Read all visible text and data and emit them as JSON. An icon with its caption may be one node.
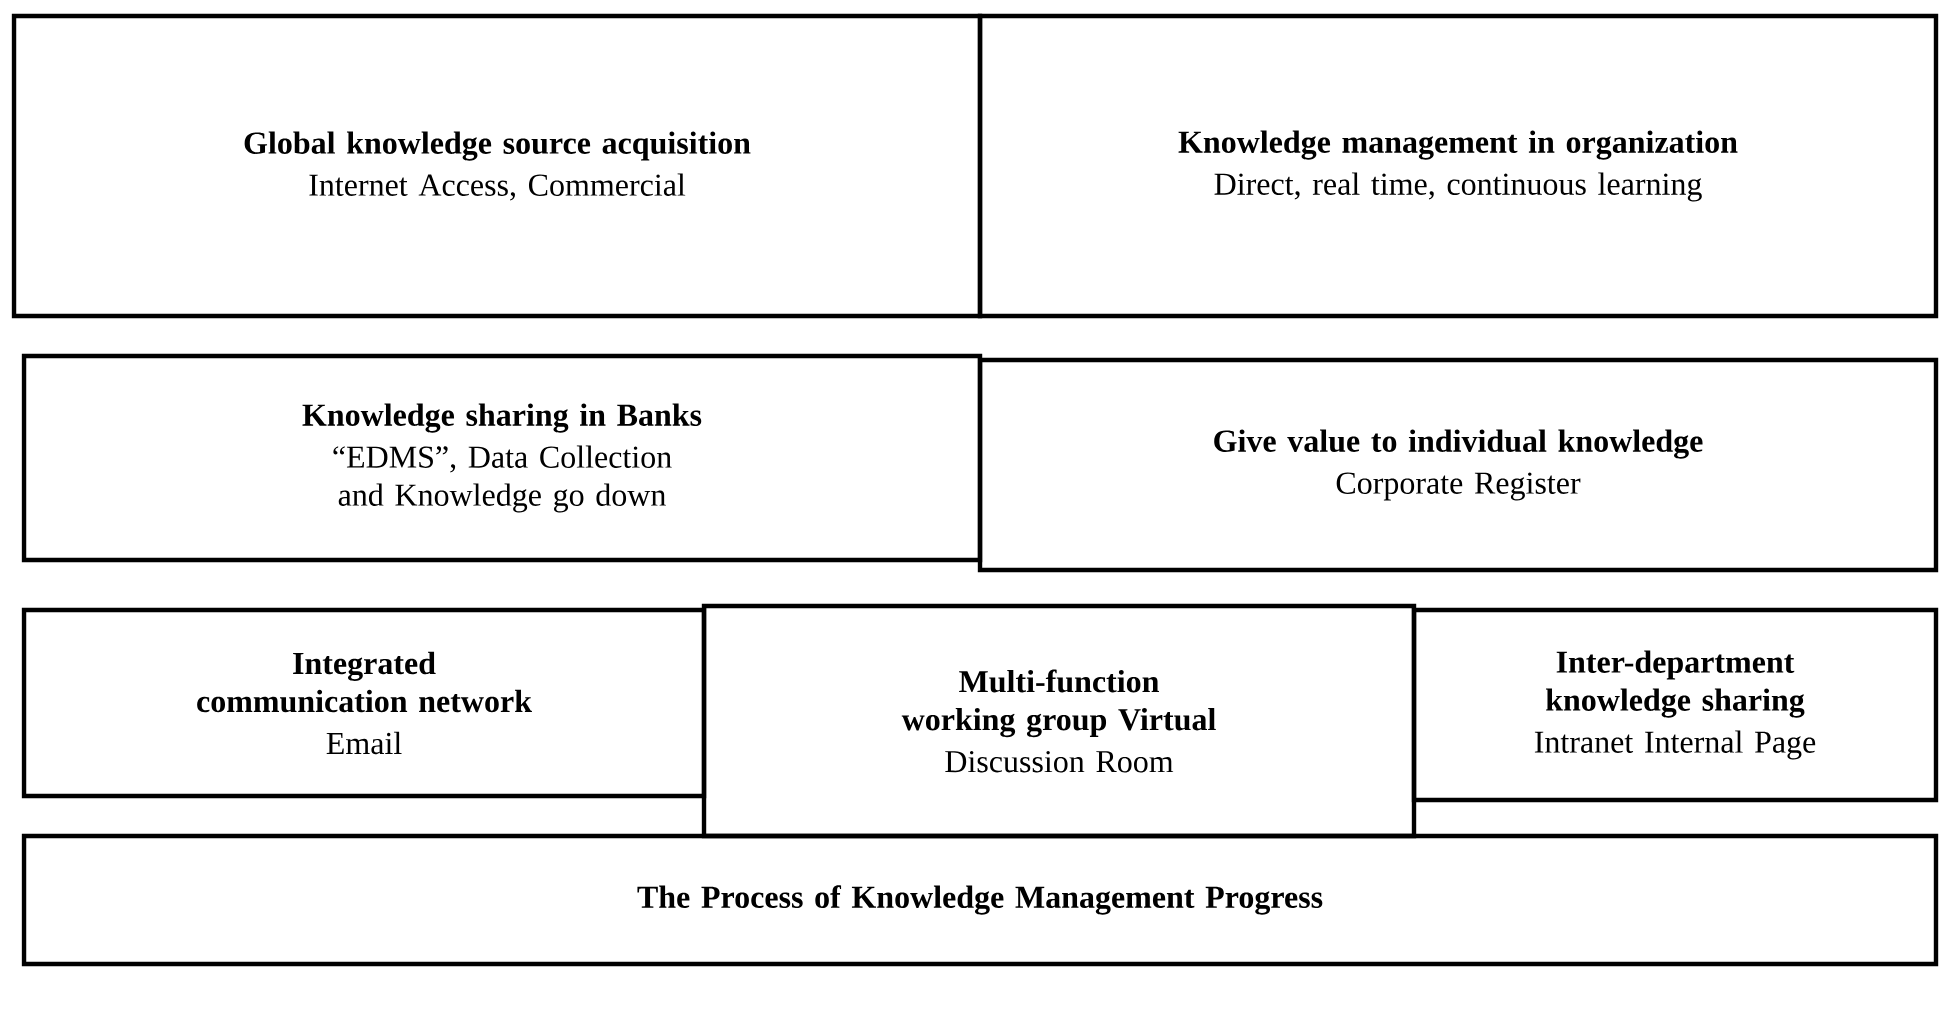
{
  "diagram": {
    "nodes": [
      {
        "text": [
          "Global knowledge source acquisition",
          "Internet Access, Commercial"
        ]
      },
      {
        "text": [
          "Knowledge management in organization",
          "Direct, real time, continuous learning"
        ]
      },
      {
        "text": [
          "Knowledge sharing in Banks",
          "“EDMS”, Data Collection and Knowledge go down"
        ]
      },
      {
        "text": [
          "Give value to individual knowledge",
          "Corporate Register"
        ]
      },
      {
        "text": [
          "Integrated communication network",
          "Email"
        ]
      },
      {
        "text": [
          "Multi-function working group Virtual",
          "Discussion Room"
        ]
      },
      {
        "text": [
          "Inter-department knowledge sharing",
          "Intranet Internal Page"
        ]
      },
      {
        "text": [
          "The Process of Knowledge Management Progress"
        ]
      }
    ]
  }
}
